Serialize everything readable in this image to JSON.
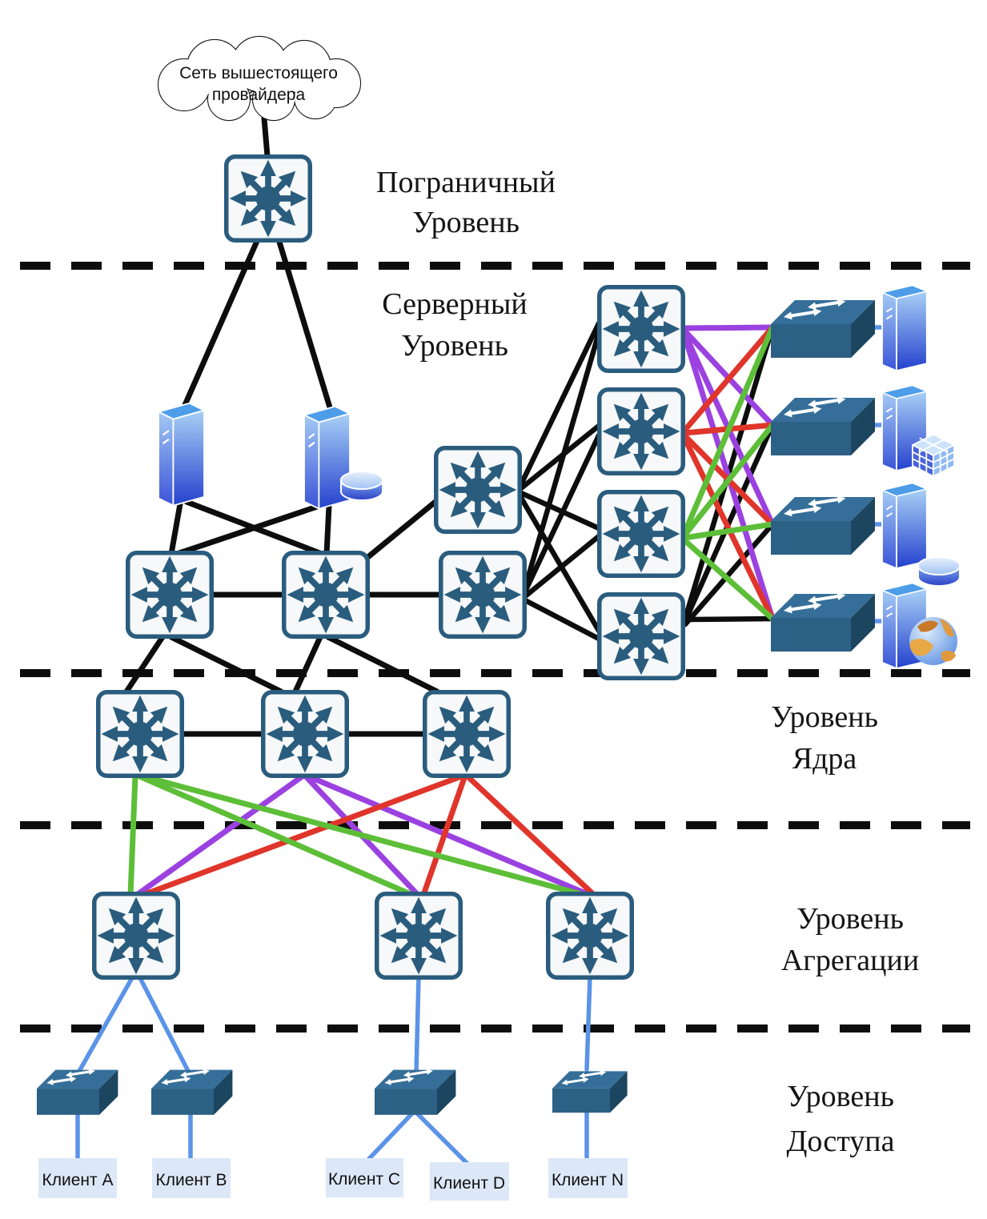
{
  "diagram": {
    "cloud": {
      "line1": "Сеть вышестоящего",
      "line2": "провайдера"
    },
    "levels": [
      {
        "id": "border",
        "line1": "Пограничный",
        "line2": "Уровень"
      },
      {
        "id": "server",
        "line1": "Серверный",
        "line2": "Уровень"
      },
      {
        "id": "core",
        "line1": "Уровень",
        "line2": "Ядра"
      },
      {
        "id": "aggregation",
        "line1": "Уровень",
        "line2": "Агрегации"
      },
      {
        "id": "access",
        "line1": "Уровень",
        "line2": "Доступа"
      }
    ],
    "clients": [
      {
        "label": "Клиент A"
      },
      {
        "label": "Клиент B"
      },
      {
        "label": "Клиент C"
      },
      {
        "label": "Клиент D"
      },
      {
        "label": "Клиент N"
      }
    ],
    "icons": {
      "cloud": "cloud-icon",
      "router": "multilayer-switch-router-icon",
      "switch": "lan-switch-3d-icon",
      "server": "server-tower-icon",
      "database": "database-disk-icon",
      "app_cube": "application-cube-icon",
      "web_globe": "web-globe-icon"
    },
    "nodes": [
      {
        "id": "cloud",
        "type": "cloud",
        "label": "Сеть вышестоящего провайдера"
      },
      {
        "id": "border-router",
        "type": "router"
      },
      {
        "id": "server-tower-1",
        "type": "server"
      },
      {
        "id": "server-tower-2",
        "type": "server-with-database"
      },
      {
        "id": "server-router-1",
        "type": "router"
      },
      {
        "id": "server-router-2",
        "type": "router"
      },
      {
        "id": "server-router-3",
        "type": "router"
      },
      {
        "id": "server-router-4",
        "type": "router"
      },
      {
        "id": "distribution-router-1",
        "type": "router"
      },
      {
        "id": "distribution-router-2",
        "type": "router"
      },
      {
        "id": "distribution-router-3",
        "type": "router"
      },
      {
        "id": "distribution-router-4",
        "type": "router"
      },
      {
        "id": "farm-switch-1",
        "type": "switch"
      },
      {
        "id": "farm-switch-2",
        "type": "switch"
      },
      {
        "id": "farm-switch-3",
        "type": "switch"
      },
      {
        "id": "farm-switch-4",
        "type": "switch"
      },
      {
        "id": "app-server-1",
        "type": "server"
      },
      {
        "id": "app-server-2",
        "type": "server-with-app-cube"
      },
      {
        "id": "app-server-3",
        "type": "server-with-database"
      },
      {
        "id": "app-server-4",
        "type": "server-with-globe"
      },
      {
        "id": "core-router-1",
        "type": "router"
      },
      {
        "id": "core-router-2",
        "type": "router"
      },
      {
        "id": "core-router-3",
        "type": "router"
      },
      {
        "id": "aggregation-router-1",
        "type": "router"
      },
      {
        "id": "aggregation-router-2",
        "type": "router"
      },
      {
        "id": "aggregation-router-3",
        "type": "router"
      },
      {
        "id": "access-switch-1",
        "type": "switch"
      },
      {
        "id": "access-switch-2",
        "type": "switch"
      },
      {
        "id": "access-switch-3",
        "type": "switch"
      },
      {
        "id": "access-switch-4",
        "type": "switch"
      },
      {
        "id": "client-a",
        "type": "client"
      },
      {
        "id": "client-b",
        "type": "client"
      },
      {
        "id": "client-c",
        "type": "client"
      },
      {
        "id": "client-d",
        "type": "client"
      },
      {
        "id": "client-n",
        "type": "client"
      }
    ],
    "edges": {
      "black": [
        "cloud > border-router",
        "border-router > server-tower-1",
        "border-router > server-tower-2",
        "server-tower-1 > server-router-1",
        "server-tower-1 > server-router-2",
        "server-tower-2 > server-router-1",
        "server-tower-2 > server-router-2",
        "server-router-1 > server-router-2",
        "server-router-2 > server-router-4",
        "server-router-2 > server-router-3",
        "server-router-3 > distribution-router-1",
        "server-router-3 > distribution-router-2",
        "server-router-3 > distribution-router-3",
        "server-router-3 > distribution-router-4",
        "server-router-4 > distribution-router-1",
        "server-router-4 > distribution-router-2",
        "server-router-4 > distribution-router-3",
        "server-router-4 > distribution-router-4",
        "server-router-1 > core-router-1",
        "server-router-1 > core-router-2",
        "server-router-2 > core-router-2",
        "server-router-2 > core-router-3",
        "core-router-1 > core-router-2",
        "core-router-2 > core-router-3",
        "distribution-router-4 > farm-switch-1",
        "distribution-router-4 > farm-switch-2",
        "distribution-router-4 > farm-switch-3",
        "distribution-router-4 > farm-switch-4"
      ],
      "purple": [
        "distribution-router-1 > farm-switch-1",
        "distribution-router-1 > farm-switch-2",
        "distribution-router-1 > farm-switch-3",
        "distribution-router-1 > farm-switch-4",
        "core-router-2 > aggregation-router-1",
        "core-router-2 > aggregation-router-2",
        "core-router-2 > aggregation-router-3"
      ],
      "red": [
        "distribution-router-2 > farm-switch-1",
        "distribution-router-2 > farm-switch-2",
        "distribution-router-2 > farm-switch-3",
        "distribution-router-2 > farm-switch-4",
        "core-router-3 > aggregation-router-1",
        "core-router-3 > aggregation-router-2",
        "core-router-3 > aggregation-router-3"
      ],
      "green": [
        "distribution-router-3 > farm-switch-1",
        "distribution-router-3 > farm-switch-2",
        "distribution-router-3 > farm-switch-3",
        "distribution-router-3 > farm-switch-4",
        "core-router-1 > aggregation-router-1",
        "core-router-1 > aggregation-router-2",
        "core-router-1 > aggregation-router-3"
      ],
      "blue": [
        "farm-switch-1 > app-server-1",
        "farm-switch-2 > app-server-2",
        "farm-switch-3 > app-server-3",
        "farm-switch-4 > app-server-4",
        "aggregation-router-1 > access-switch-1",
        "aggregation-router-1 > access-switch-2",
        "aggregation-router-2 > access-switch-3",
        "aggregation-router-3 > access-switch-4",
        "access-switch-1 > client-a",
        "access-switch-2 > client-b",
        "access-switch-3 > client-c",
        "access-switch-3 > client-d",
        "access-switch-4 > client-n"
      ]
    },
    "colors": {
      "text": "#141414",
      "link_black": "#0d0d0d",
      "link_red": "#e0352b",
      "link_green": "#5dbe38",
      "link_purple": "#9b41e0",
      "link_blue": "#5b93e8",
      "steel": "#2a5c7e",
      "node_fill": "#f6f8f9",
      "switch_front": "#2c6085",
      "switch_top": "#356f99",
      "switch_side": "#1c455f",
      "client_fill": "#dce8f7"
    }
  }
}
